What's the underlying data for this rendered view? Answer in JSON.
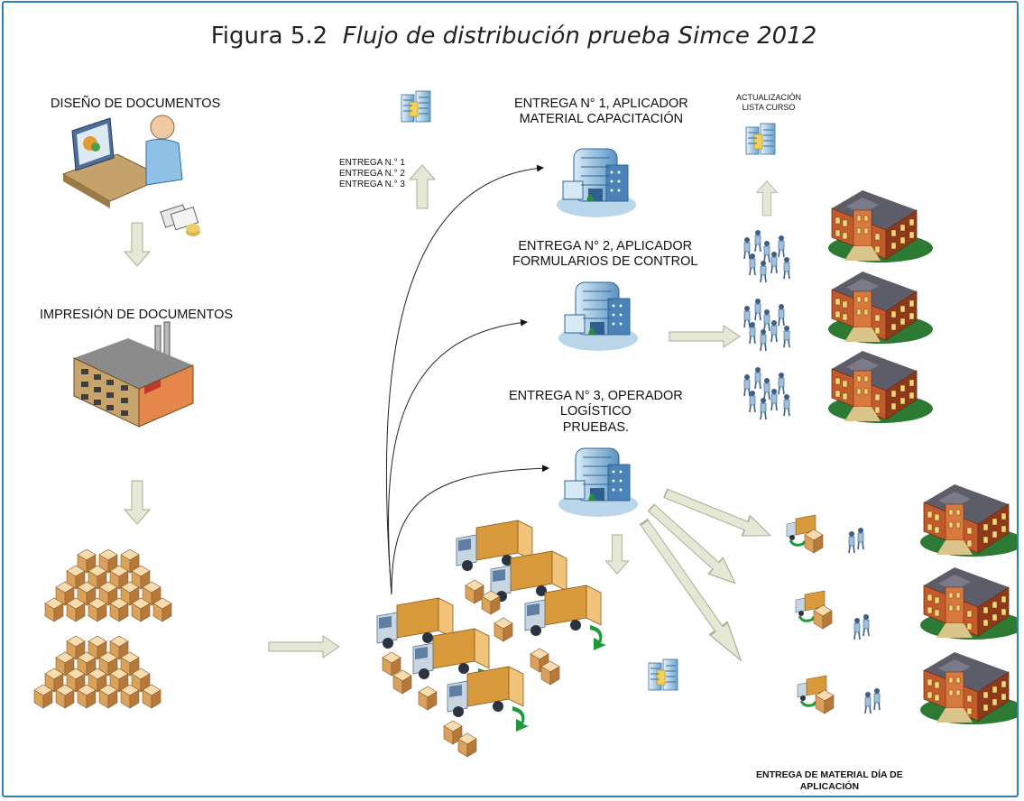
{
  "figure": {
    "label": "Figura 5.2",
    "caption": "Flujo de distribución prueba Simce 2012"
  },
  "stages": {
    "design": "DISEÑO DE DOCUMENTOS",
    "printing": "IMPRESIÓN DE DOCUMENTOS"
  },
  "deliveries_list": [
    "ENTREGA N.° 1",
    "ENTREGA N.° 2",
    "ENTREGA N.° 3"
  ],
  "delivery_1": [
    "ENTREGA N° 1, APLICADOR",
    "MATERIAL CAPACITACIÓN"
  ],
  "delivery_2": [
    "ENTREGA N° 2, APLICADOR",
    "FORMULARIOS DE CONTROL"
  ],
  "delivery_3": [
    "ENTREGA N° 3, OPERADOR",
    "LOGÍSTICO",
    "PRUEBAS."
  ],
  "update": [
    "ACTUALIZACIÓN",
    "LISTA CURSO"
  ],
  "application_day": [
    "ENTREGA DE MATERIAL DÍA DE",
    "APLICACIÓN"
  ],
  "colors": {
    "border": "#2f7fb5",
    "arrow": "#e4e8d4",
    "arrow_stroke": "#a9ae96"
  },
  "icons": [
    "designer-at-desk-icon",
    "factory-icon",
    "box-stack-icon",
    "truck-fleet-icon",
    "server-icon",
    "office-building-icon",
    "people-group-icon",
    "school-building-icon"
  ]
}
